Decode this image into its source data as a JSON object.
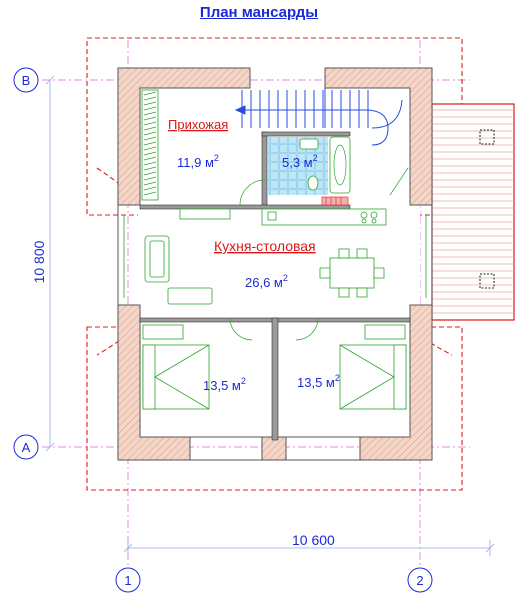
{
  "title": "План мансарды",
  "axes": {
    "row_top": "B",
    "row_bottom": "A",
    "col_left": "1",
    "col_right": "2"
  },
  "dimensions": {
    "width": "10 600",
    "height": "10 800"
  },
  "rooms": {
    "hallway_name": "Прихожая",
    "hallway_area": "11,9 м",
    "bathroom_area": "5,3 м",
    "kitchen_name": "Кухня-столовая",
    "kitchen_area": "26,6 м",
    "bedroom_left_area": "13,5 м",
    "bedroom_right_area": "13,5 м",
    "area_superscript": "2"
  },
  "colors": {
    "title": "#1a2bd6",
    "room_label": "#d81a1a",
    "area_text": "#1a2bd6",
    "wall_fill": "#f2d0c3",
    "wall_stroke": "#555555",
    "dashed_red": "#e01b1b",
    "axis_pink": "#e38ee0",
    "furniture": "#2da52d",
    "tile": "#8fd3ee",
    "stair": "#2b4be0"
  }
}
